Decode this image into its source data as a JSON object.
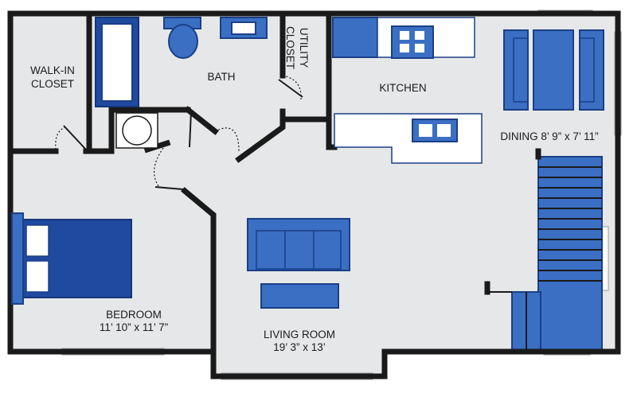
{
  "rooms": {
    "walk_in_closet": {
      "line1": "WALK-IN",
      "line2": "CLOSET"
    },
    "bath": {
      "name": "BATH"
    },
    "utility_closet": {
      "line1": "UTILITY",
      "line2": "CLOSET"
    },
    "kitchen": {
      "name": "KITCHEN"
    },
    "dining": {
      "name": "DINING",
      "dims": "8’ 9” x 7’ 11”"
    },
    "bedroom": {
      "name": "BEDROOM",
      "dims": "11’ 10” x 11’ 7”"
    },
    "living_room": {
      "name": "LIVING ROOM",
      "dims": "19’ 3” x 13’"
    }
  },
  "colors": {
    "floor": "#e6e7e8",
    "wall": "#1a1a1a",
    "furniture": "#3a6fc4",
    "furniture_dark": "#1f4aa0"
  }
}
